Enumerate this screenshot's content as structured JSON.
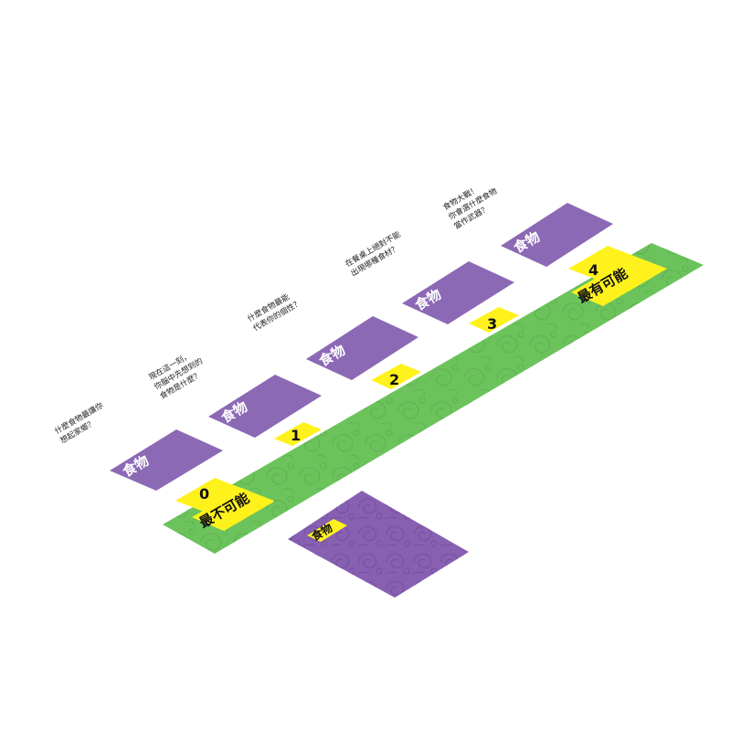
{
  "colors": {
    "card_purple": "#8C69B5",
    "deck_purple": "#8860B1",
    "board_green": "#6CC35C",
    "marker_yellow": "#FFF21C",
    "text_dark": "#111111"
  },
  "cards": [
    {
      "label": "食物",
      "question": [
        "什麼食物最讓你",
        "想起家鄉？"
      ]
    },
    {
      "label": "食物",
      "question": [
        "現在這一刻，",
        "你腦中先想到的",
        "食物是什麼？"
      ]
    },
    {
      "label": "食物",
      "question": [
        "什麼食物最能",
        "代表你的個性？"
      ]
    },
    {
      "label": "食物",
      "question": [
        "在餐桌上絕對不能",
        "出現哪種食材？"
      ]
    },
    {
      "label": "食物",
      "question": [
        "食物大戰！",
        "你會選什麼食物",
        "當作武器？"
      ]
    }
  ],
  "scale": {
    "numbers": [
      "0",
      "1",
      "2",
      "3",
      "4"
    ],
    "left_label": "最不可能",
    "right_label": "最有可能"
  },
  "deck": {
    "label": "食物"
  }
}
